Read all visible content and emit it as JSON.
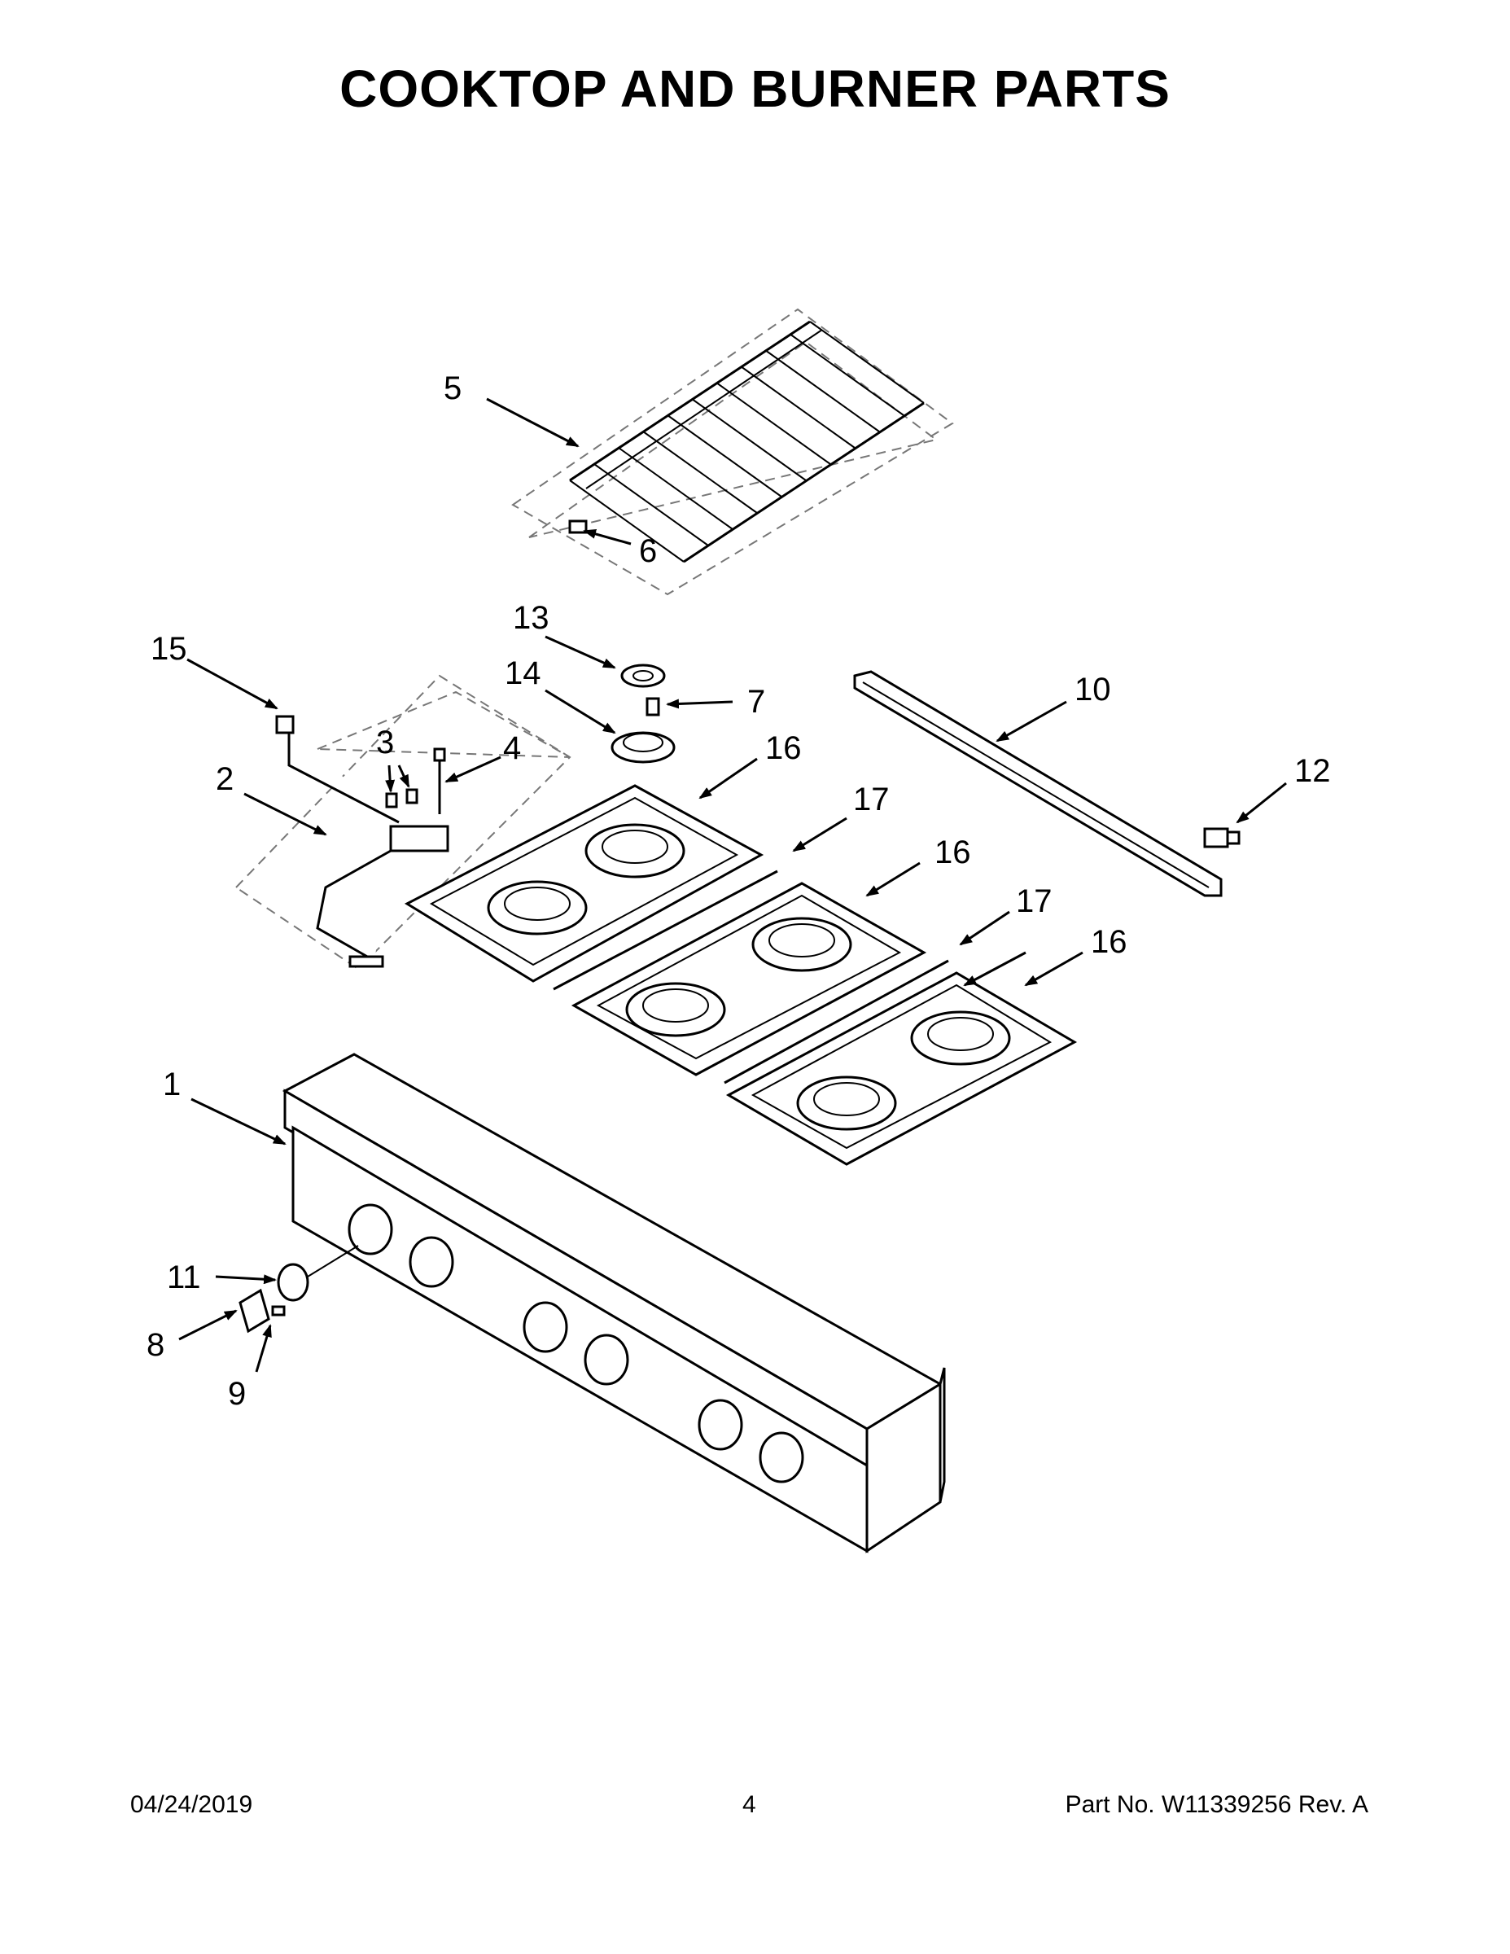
{
  "header": {
    "title": "COOKTOP AND BURNER PARTS"
  },
  "callouts": {
    "c1": "1",
    "c2": "2",
    "c3": "3",
    "c4": "4",
    "c5": "5",
    "c6": "6",
    "c7": "7",
    "c8": "8",
    "c9": "9",
    "c10": "10",
    "c11": "11",
    "c12": "12",
    "c13": "13",
    "c14": "14",
    "c15": "15",
    "c16a": "16",
    "c16b": "16",
    "c16c": "16",
    "c17a": "17",
    "c17b": "17"
  },
  "footer": {
    "date": "04/24/2019",
    "page": "4",
    "part": "Part No.  W11339256  Rev.  A"
  }
}
